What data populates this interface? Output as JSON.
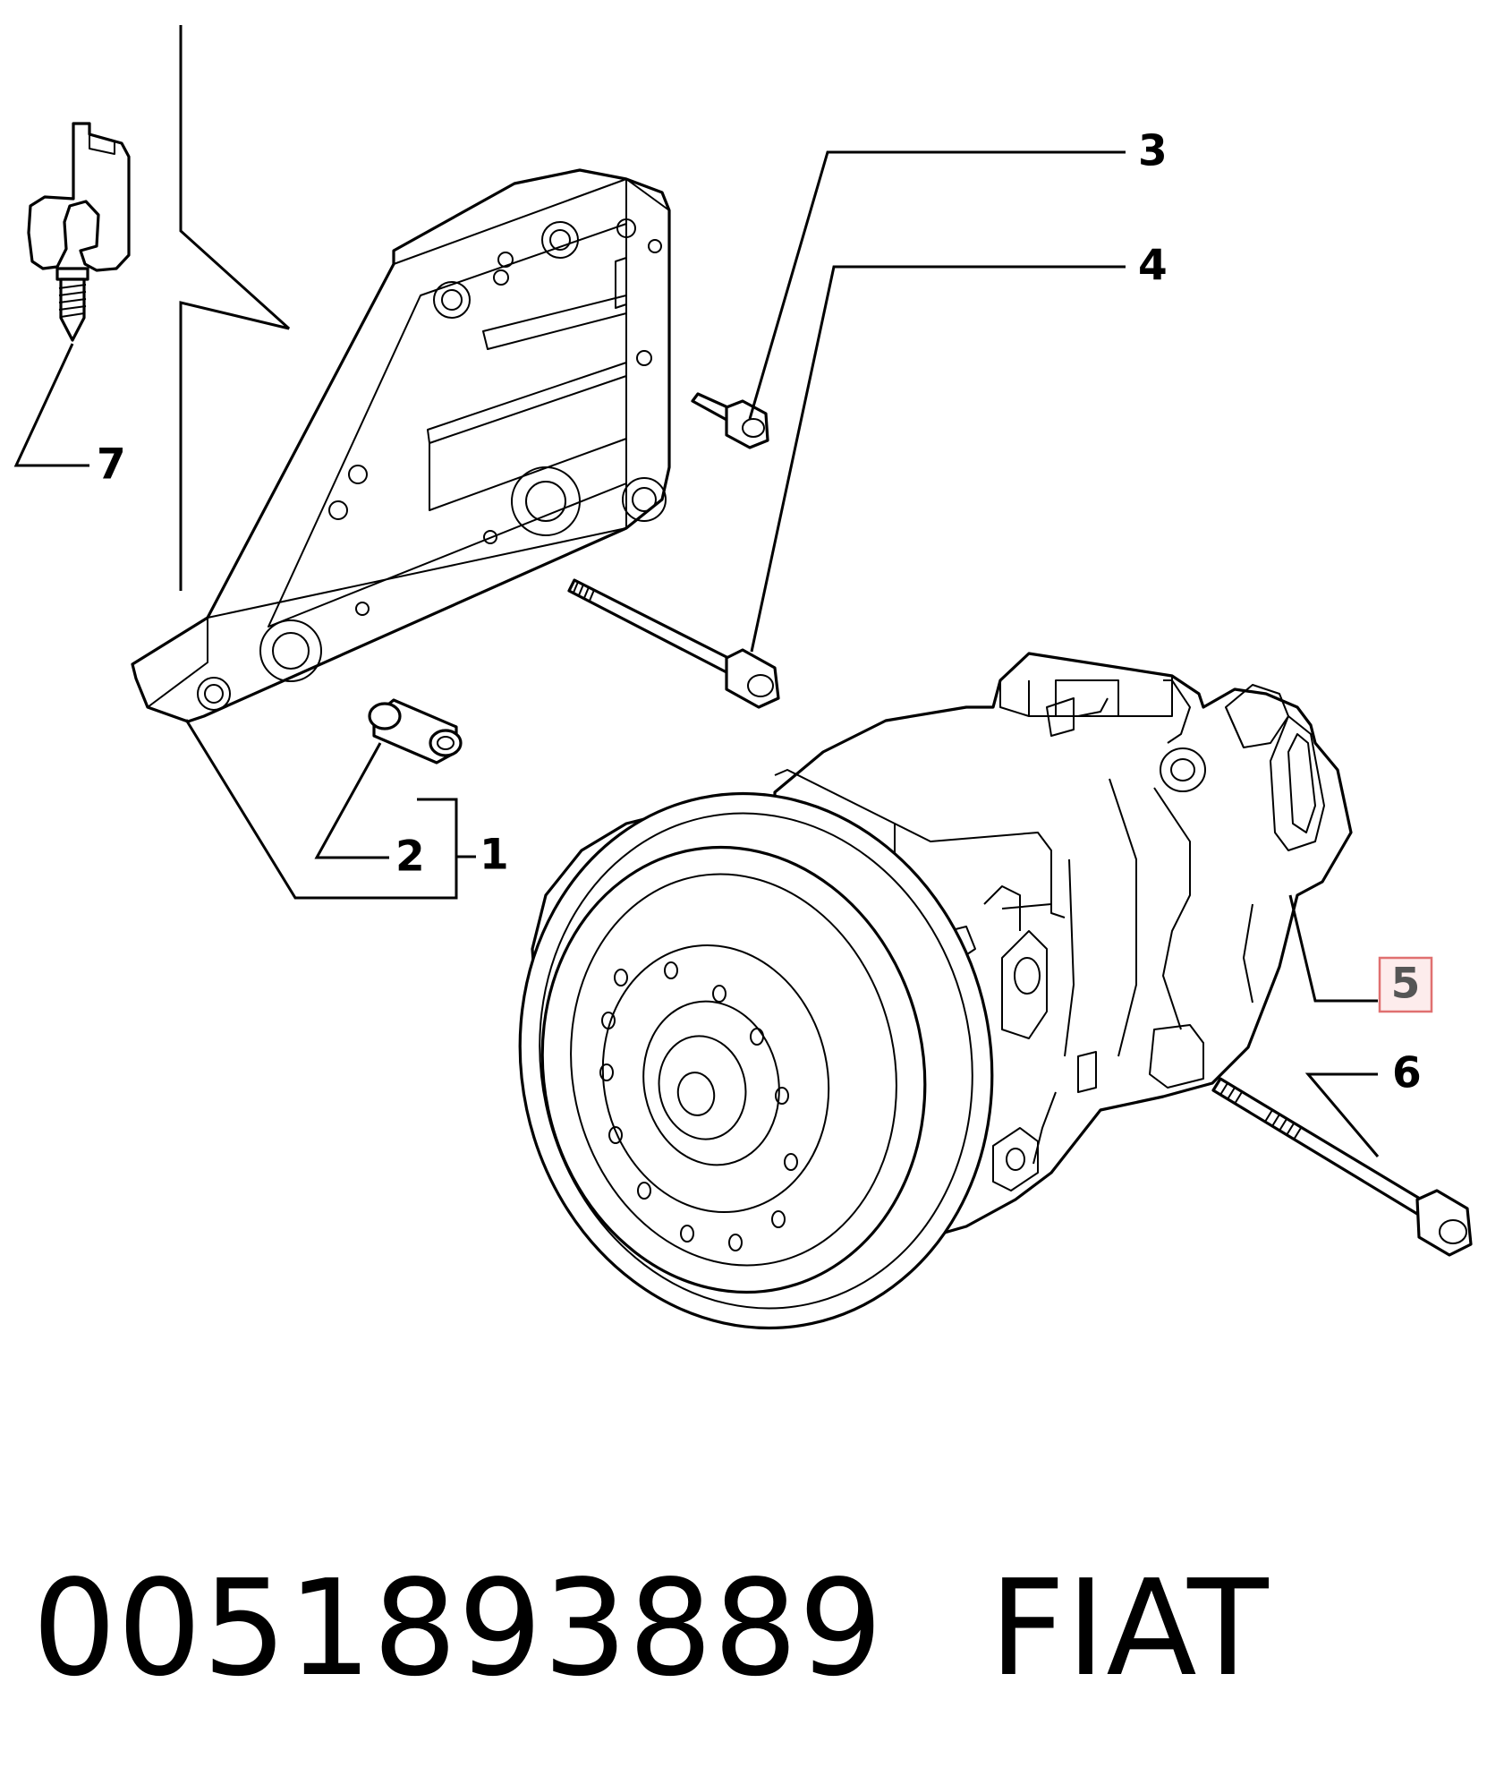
{
  "callouts": {
    "c1": "1",
    "c2": "2",
    "c3": "3",
    "c4": "4",
    "c5": "5",
    "c6": "6",
    "c7": "7"
  },
  "caption": {
    "part_number": "0051893889",
    "brand": "FIAT"
  },
  "colors": {
    "line": "#000000",
    "highlight_box_border": "#e07070",
    "highlight_box_fill": "#fdecec",
    "highlight_text": "#555555"
  }
}
